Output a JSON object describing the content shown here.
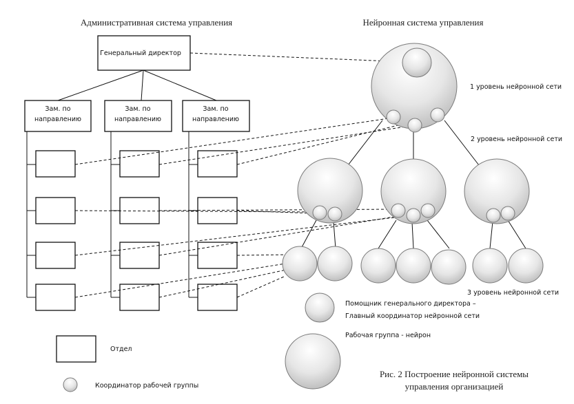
{
  "titles": {
    "left": "Административная система управления",
    "right": "Нейронная система управления"
  },
  "admin": {
    "ceo": "Генеральный директор",
    "deputy_line1": "Зам. по",
    "deputy_line2": "направлению"
  },
  "levels": {
    "l1": "1 уровень нейронной сети",
    "l2": "2 уровень нейронной сети",
    "l3": "3 уровень нейронной сети"
  },
  "legend": {
    "assistant_line1": "Помощник генерального директора –",
    "assistant_line2": "Главный координатор нейронной сети",
    "workgroup": "Рабочая группа - нейрон",
    "department": "Отдел",
    "coordinator": "Координатор рабочей группы"
  },
  "caption": {
    "line1": "Рис. 2 Построение нейронной системы",
    "line2": "управления организацией"
  },
  "colors": {
    "line": "#111111",
    "neuron_light": "#ffffff",
    "neuron_dark": "#bcbcbc"
  }
}
